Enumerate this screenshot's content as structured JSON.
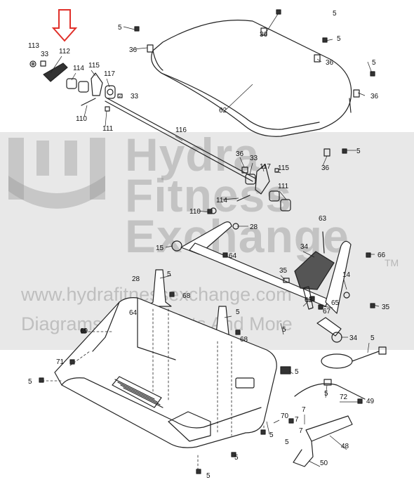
{
  "watermark": {
    "line1": "Hydra",
    "line2": "Fitness",
    "line3": "Exchange",
    "url": "www.hydrafitnessexchange.com",
    "tagline": "Diagrams | Parts Lists And More",
    "tm": "TM"
  },
  "highlight_color": "#e0302a",
  "part_labels": [
    "113",
    "33",
    "112",
    "114",
    "115",
    "117",
    "33",
    "110",
    "111",
    "5",
    "36",
    "36",
    "5",
    "36",
    "5",
    "5",
    "36",
    "36",
    "62",
    "116",
    "5",
    "36",
    "33",
    "117",
    "115",
    "111",
    "114",
    "110",
    "28",
    "63",
    "15",
    "64",
    "34",
    "66",
    "35",
    "14",
    "63",
    "65",
    "35",
    "28",
    "5",
    "68",
    "5",
    "67",
    "34",
    "64",
    "5",
    "68",
    "5",
    "69",
    "5",
    "71",
    "5",
    "5",
    "70",
    "72",
    "49",
    "7",
    "7",
    "7",
    "5",
    "48",
    "5",
    "50",
    "5",
    "5"
  ]
}
